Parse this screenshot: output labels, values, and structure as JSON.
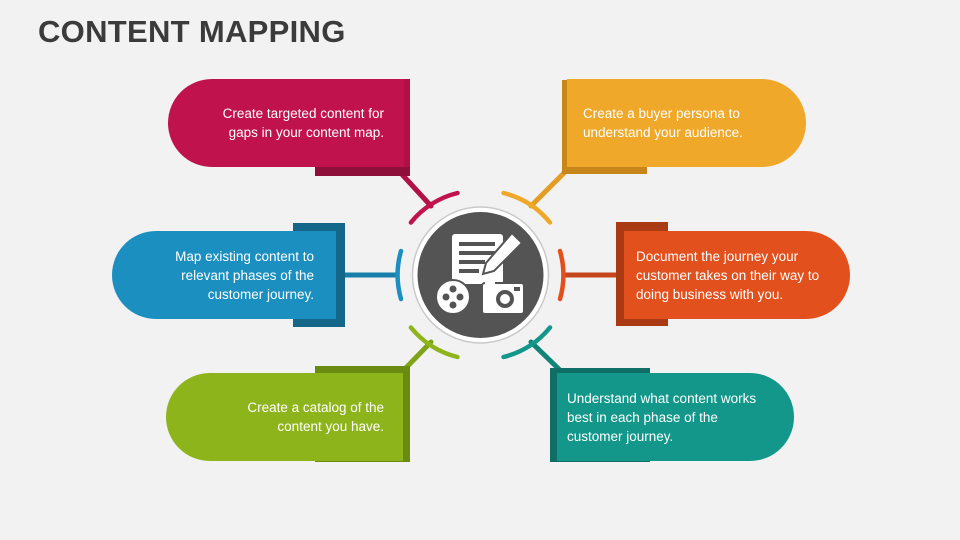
{
  "title": "CONTENT MAPPING",
  "colors": {
    "crimson": "#c0134e",
    "crimson_dark": "#8e0f3a",
    "amber": "#f0a82a",
    "amber_dark": "#c7861a",
    "blue": "#1b8fc0",
    "blue_dark": "#15678a",
    "orange": "#e2501d",
    "orange_dark": "#a93a14",
    "green": "#8db41b",
    "green_dark": "#6a8a12",
    "teal": "#13978a",
    "teal_dark": "#0f6e66",
    "center": "#545454"
  },
  "center_icon": "content-document-media-icon",
  "items": [
    {
      "id": "targeted-content",
      "text": "Create targeted content for gaps in your content map."
    },
    {
      "id": "buyer-persona",
      "text": "Create a buyer persona to understand your audience."
    },
    {
      "id": "map-existing",
      "text": "Map existing content to relevant phases of the customer journey."
    },
    {
      "id": "document-journey",
      "text": "Document the journey your customer takes on their way to doing business with you."
    },
    {
      "id": "catalog",
      "text": "Create a catalog of the content you have."
    },
    {
      "id": "what-works",
      "text": "Understand what content works best in each phase of the customer journey."
    }
  ]
}
